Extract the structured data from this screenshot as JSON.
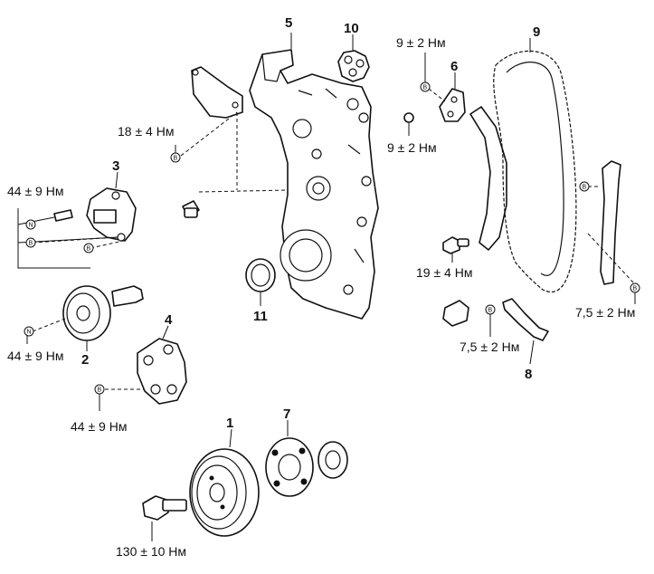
{
  "callouts": {
    "n1": "1",
    "n2": "2",
    "n3": "3",
    "n4": "4",
    "n5": "5",
    "n6": "6",
    "n7": "7",
    "n8": "8",
    "n9": "9",
    "n10": "10",
    "n11": "11"
  },
  "torques": {
    "t_18_4": "18 ± 4 Нм",
    "t_9_2_top": "9 ± 2 Нм",
    "t_9_2_mid": "9 ± 2 Нм",
    "t_44_9_tensioner": "44 ± 9 Нм",
    "t_44_9_pulley": "44 ± 9 Нм",
    "t_44_9_bracket": "44 ± 9 Нм",
    "t_19_4": "19 ± 4 Нм",
    "t_7_5_right": "7,5 ± 2 Нм",
    "t_7_5_guide": "7,5 ± 2 Нм",
    "t_130_10": "130 ± 10 Нм"
  },
  "symbols": {
    "bolt_marker": "B",
    "nut_marker": "N"
  }
}
